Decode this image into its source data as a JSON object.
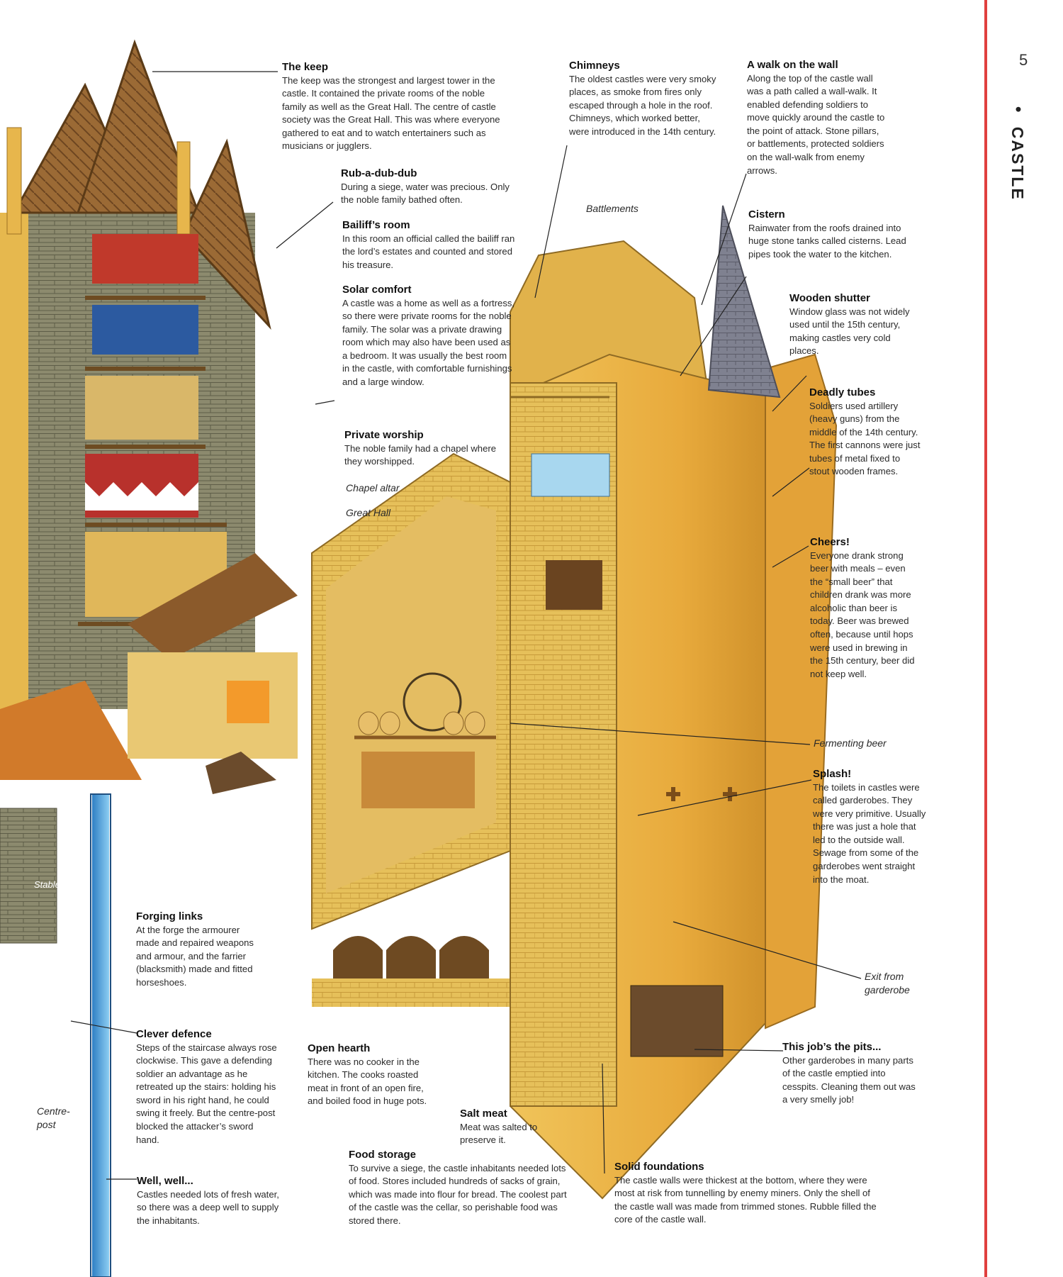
{
  "page": {
    "number": "5",
    "bullet": "•",
    "section": "CASTLE"
  },
  "captions": {
    "keep": {
      "title": "The keep",
      "body": "The keep was the strongest and largest tower in the castle. It contained the private rooms of the noble family as well as the Great Hall. The centre of castle society was the Great Hall. This was where everyone gathered to eat and to watch entertainers such as musicians or jugglers."
    },
    "chimneys": {
      "title": "Chimneys",
      "body": "The oldest castles were very smoky places, as smoke from fires only escaped through a hole in the roof. Chimneys, which worked better, were introduced in the 14th century."
    },
    "walk": {
      "title": "A walk on the wall",
      "body": "Along the top of the castle wall was a path called a wall-walk. It enabled defending soldiers to move quickly around the castle to the point of attack. Stone pillars, or battlements, protected soldiers on the wall-walk from enemy arrows."
    },
    "rub": {
      "title": "Rub-a-dub-dub",
      "body": "During a siege, water was precious. Only the noble family bathed often."
    },
    "bailiff": {
      "title": "Bailiff’s room",
      "body": "In this room an official called the bailiff ran the lord’s estates and counted and stored his treasure."
    },
    "cistern": {
      "title": "Cistern",
      "body": "Rainwater from the roofs drained into huge stone tanks called cisterns. Lead pipes took the water to the kitchen."
    },
    "solar": {
      "title": "Solar comfort",
      "body": "A castle was a home as well as a fortress, so there were private rooms for the noble family. The solar was a private drawing room which may also have been used as a bedroom. It was usually the best room in the castle, with comfortable furnishings and a large window."
    },
    "shutter": {
      "title": "Wooden shutter",
      "body": "Window glass was not widely used until the 15th century, making castles very cold places."
    },
    "tubes": {
      "title": "Deadly tubes",
      "body": "Soldiers used artillery (heavy guns) from the middle of the 14th century. The first cannons were just tubes of metal fixed to stout wooden frames."
    },
    "worship": {
      "title": "Private worship",
      "body": "The noble family had a chapel where they worshipped."
    },
    "cheers": {
      "title": "Cheers!",
      "body": "Everyone drank strong beer with meals – even the “small beer” that children drank was more alcoholic than beer is today. Beer was brewed often, because until hops were used in brewing in the 15th century, beer did not keep well."
    },
    "splash": {
      "title": "Splash!",
      "body": "The toilets in castles were called garderobes. They were very primitive. Usually there was just a hole that led to the outside wall. Sewage from some of the garderobes went straight into the moat."
    },
    "forging": {
      "title": "Forging links",
      "body": "At the forge the armourer made and repaired weapons and armour, and the farrier (blacksmith) made and fitted horseshoes."
    },
    "clever": {
      "title": "Clever defence",
      "body": "Steps of the staircase always rose clockwise. This gave a defending soldier an advantage as he retreated up the stairs: holding his sword in his right hand, he could swing it freely. But the centre-post blocked the attacker’s sword hand."
    },
    "hearth": {
      "title": "Open hearth",
      "body": "There was no cooker in the kitchen. The cooks roasted meat in front of an open fire, and boiled food in huge pots."
    },
    "salt": {
      "title": "Salt meat",
      "body": "Meat was salted to preserve it."
    },
    "pits": {
      "title": "This job’s the pits...",
      "body": "Other garderobes in many parts of the castle emptied into cesspits. Cleaning them out was a very smelly job!"
    },
    "food": {
      "title": "Food storage",
      "body": "To survive a siege, the castle inhabitants needed lots of food. Stores included hundreds of sacks of grain, which was made into flour for bread. The coolest part of the castle was the cellar, so perishable food was stored there."
    },
    "well": {
      "title": "Well, well...",
      "body": "Castles needed lots of fresh water, so there was a deep well to supply the inhabitants."
    },
    "foundations": {
      "title": "Solid foundations",
      "body": "The castle walls were thickest at the bottom, where they were most at risk from tunnelling by enemy miners. Only the shell of the castle wall was made from trimmed stones. Rubble filled the core of the castle wall."
    }
  },
  "labels": {
    "battlements": "Battlements",
    "chapel_altar": "Chapel altar",
    "great_hall": "Great Hall",
    "fermenting": "Fermenting beer",
    "exit": "Exit from garderobe",
    "stables": "Stables",
    "centre_post": "Centre-post"
  },
  "colors": {
    "accent_rule": "#e0403f",
    "stone": "#e8c25a",
    "roof": "#8a5a2e",
    "slate": "#7d7f8c",
    "well_water": "#4f9fd8"
  }
}
